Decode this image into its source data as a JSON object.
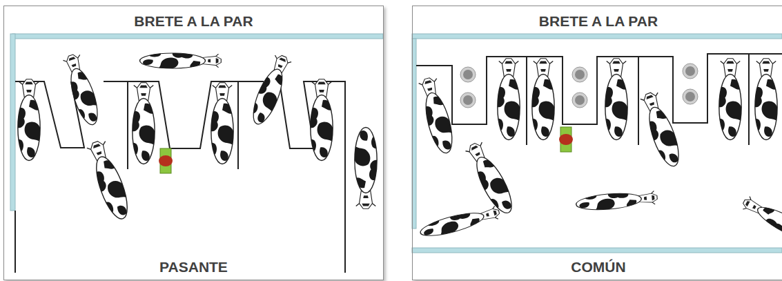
{
  "diagram": {
    "nodes": [
      {
        "text": [
          "BRETE A LA PAR",
          "PASANTE"
        ]
      },
      {
        "text": [
          "BRETE A LA PAR",
          "COMÚN"
        ]
      }
    ]
  }
}
